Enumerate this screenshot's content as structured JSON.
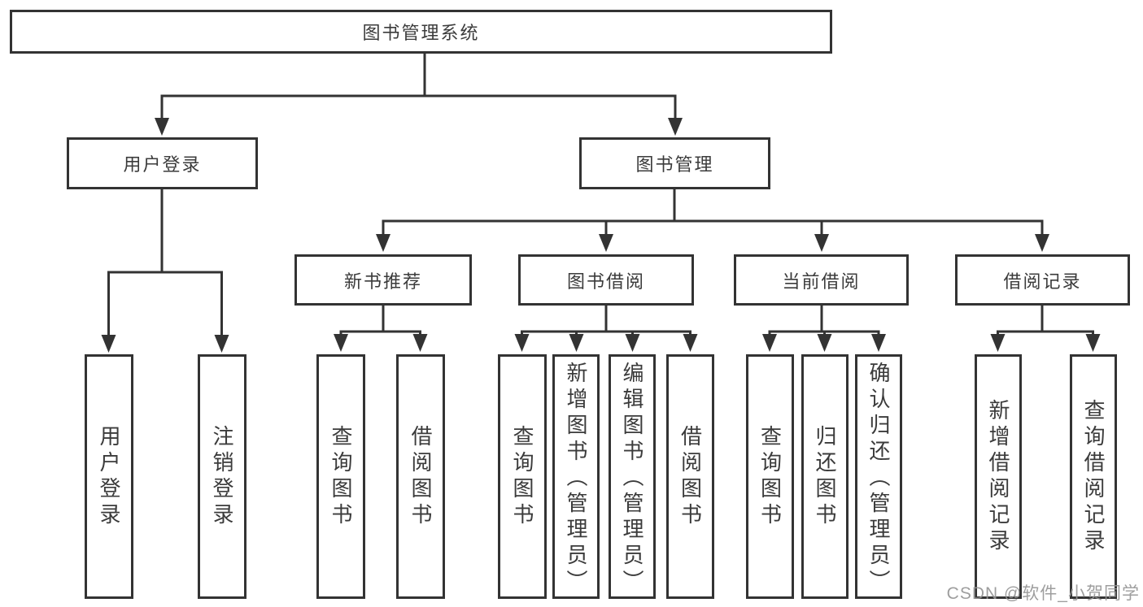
{
  "diagram": {
    "root": "图书管理系统",
    "branches": [
      {
        "label": "用户登录",
        "children": [
          "用户登录",
          "注销登录"
        ]
      },
      {
        "label": "图书管理",
        "children": [
          {
            "label": "新书推荐",
            "children": [
              "查询图书",
              "借阅图书"
            ]
          },
          {
            "label": "图书借阅",
            "children": [
              "查询图书",
              "新增图书（管理员）",
              "编辑图书（管理员）",
              "借阅图书"
            ]
          },
          {
            "label": "当前借阅",
            "children": [
              "查询图书",
              "归还图书",
              "确认归还（管理员）"
            ]
          },
          {
            "label": "借阅记录",
            "children": [
              "新增借阅记录",
              "查询借阅记录"
            ]
          }
        ]
      }
    ],
    "colors": {
      "line": "#333333",
      "box_border": "#333333",
      "text": "#3b3b3b",
      "watermark": "#949494",
      "background": "#ffffff"
    }
  },
  "watermark": {
    "text": "CSDN @软件_小贺同学"
  }
}
